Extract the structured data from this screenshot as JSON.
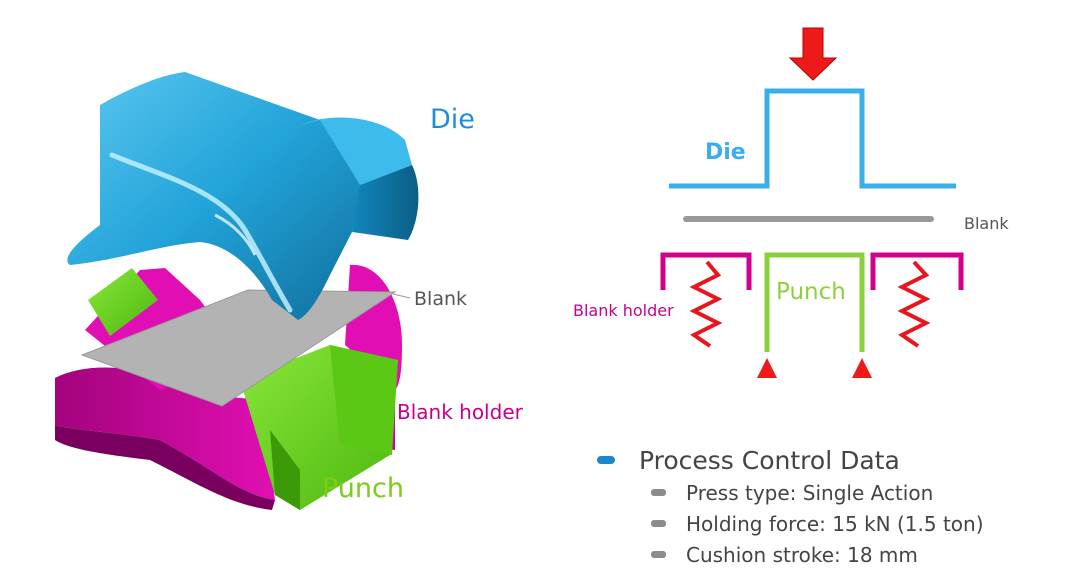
{
  "illustration": {
    "die_label": "Die",
    "blank_label": "Blank",
    "blank_holder_label": "Blank holder",
    "punch_label": "Punch"
  },
  "schematic": {
    "die_label": "Die",
    "blank_label": "Blank",
    "punch_label": "Punch",
    "blank_holder_label": "Blank holder"
  },
  "process_control": {
    "title": "Process Control Data",
    "items": [
      {
        "text": "Press type: Single Action"
      },
      {
        "text": "Holding force: 15 kN (1.5 ton)"
      },
      {
        "text": "Cushion stroke: 18 mm"
      }
    ]
  },
  "colors": {
    "die": "#1ea6dd",
    "blank": "#b3b3b3",
    "blank_holder": "#e10fb3",
    "punch": "#6fd81a",
    "force_arrow": "#ee1a1a",
    "spring": "#e8141e",
    "bullet_main": "#1b86c8",
    "bullet_sub": "#8c8c8c"
  },
  "icons": {
    "press_arrow": "down-arrow-icon",
    "support": "triangle-icon",
    "spring": "spring-icon"
  }
}
